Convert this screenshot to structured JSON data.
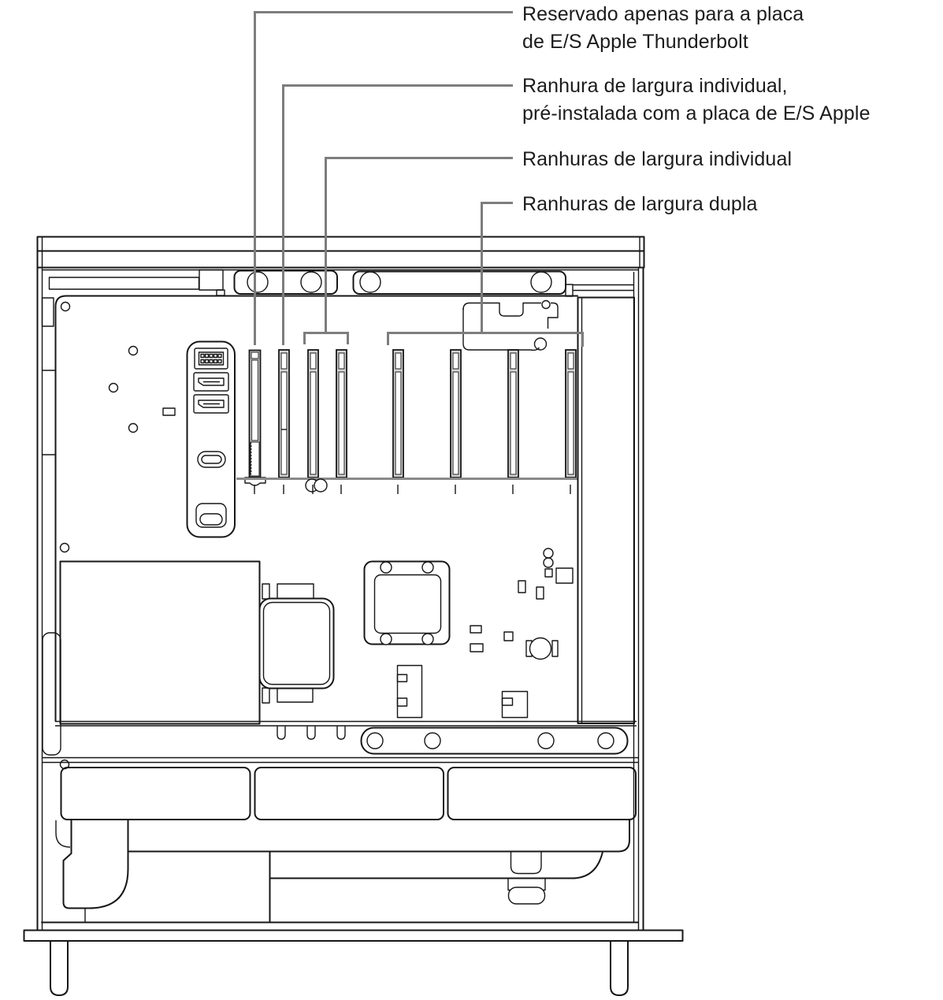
{
  "page": {
    "background": "#ffffff"
  },
  "colors": {
    "ink": "#161616",
    "callout_gray": "#7d7d7d",
    "slot_fill": "#d4d4d4",
    "text": "#1c1c1e"
  },
  "callouts": [
    {
      "name": "thunderbolt-io-reserved-slot",
      "lines": [
        "Reservado apenas para a placa",
        "de E/S Apple Thunderbolt"
      ]
    },
    {
      "name": "single-wide-slot-preinstalled",
      "lines": [
        "Ranhura de largura individual,",
        "pré-instalada com a placa de E/S Apple"
      ]
    },
    {
      "name": "single-wide-slots",
      "lines": [
        "Ranhuras de largura individual"
      ]
    },
    {
      "name": "double-wide-slots",
      "lines": [
        "Ranhuras de largura dupla"
      ]
    }
  ],
  "illustration": {
    "subject": "mac-pro-side-open-view",
    "pcie_slots": 8,
    "fans": 3,
    "io_ports": [
      "pin-header",
      "displayport",
      "displayport",
      "usb-c",
      "thunderbolt"
    ]
  }
}
